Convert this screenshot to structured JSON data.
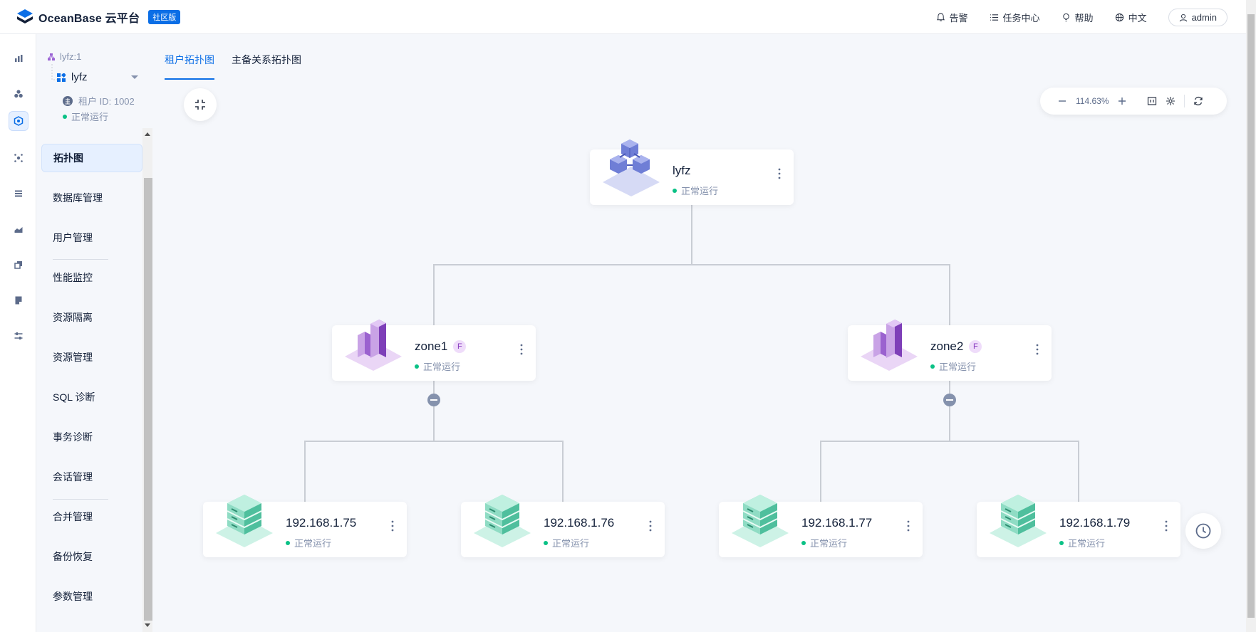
{
  "brand": {
    "name": "OceanBase 云平台",
    "edition": "社区版"
  },
  "header": {
    "alerts": "告警",
    "tasks": "任务中心",
    "help": "帮助",
    "language": "中文",
    "user": "admin"
  },
  "tenant": {
    "path": "lyfz:1",
    "name": "lyfz",
    "id": "租户 ID: 1002",
    "status": "正常运行"
  },
  "menu": [
    "拓扑图",
    "数据库管理",
    "用户管理",
    "性能监控",
    "资源隔离",
    "资源管理",
    "SQL 诊断",
    "事务诊断",
    "会话管理",
    "合并管理",
    "备份恢复",
    "参数管理"
  ],
  "tabs": [
    "租户拓扑图",
    "主备关系拓扑图"
  ],
  "zoom": {
    "level": "114.63%"
  },
  "topology": {
    "root": {
      "name": "lyfz",
      "status": "正常运行"
    },
    "zones": [
      {
        "name": "zone1",
        "badge": "F",
        "status": "正常运行",
        "servers": [
          {
            "ip": "192.168.1.75",
            "status": "正常运行"
          },
          {
            "ip": "192.168.1.76",
            "status": "正常运行"
          }
        ]
      },
      {
        "name": "zone2",
        "badge": "F",
        "status": "正常运行",
        "servers": [
          {
            "ip": "192.168.1.77",
            "status": "正常运行"
          },
          {
            "ip": "192.168.1.79",
            "status": "正常运行"
          }
        ]
      }
    ]
  },
  "colors": {
    "accent": "#0b6ee6",
    "running": "#0ac185",
    "edge": "#c9cdd4"
  },
  "icons": {
    "rail": [
      "bar-chart-icon",
      "cluster-icon",
      "tenant-icon",
      "hosts-icon",
      "list-icon",
      "monitor-icon",
      "copy-icon",
      "report-icon",
      "sliders-icon"
    ]
  }
}
